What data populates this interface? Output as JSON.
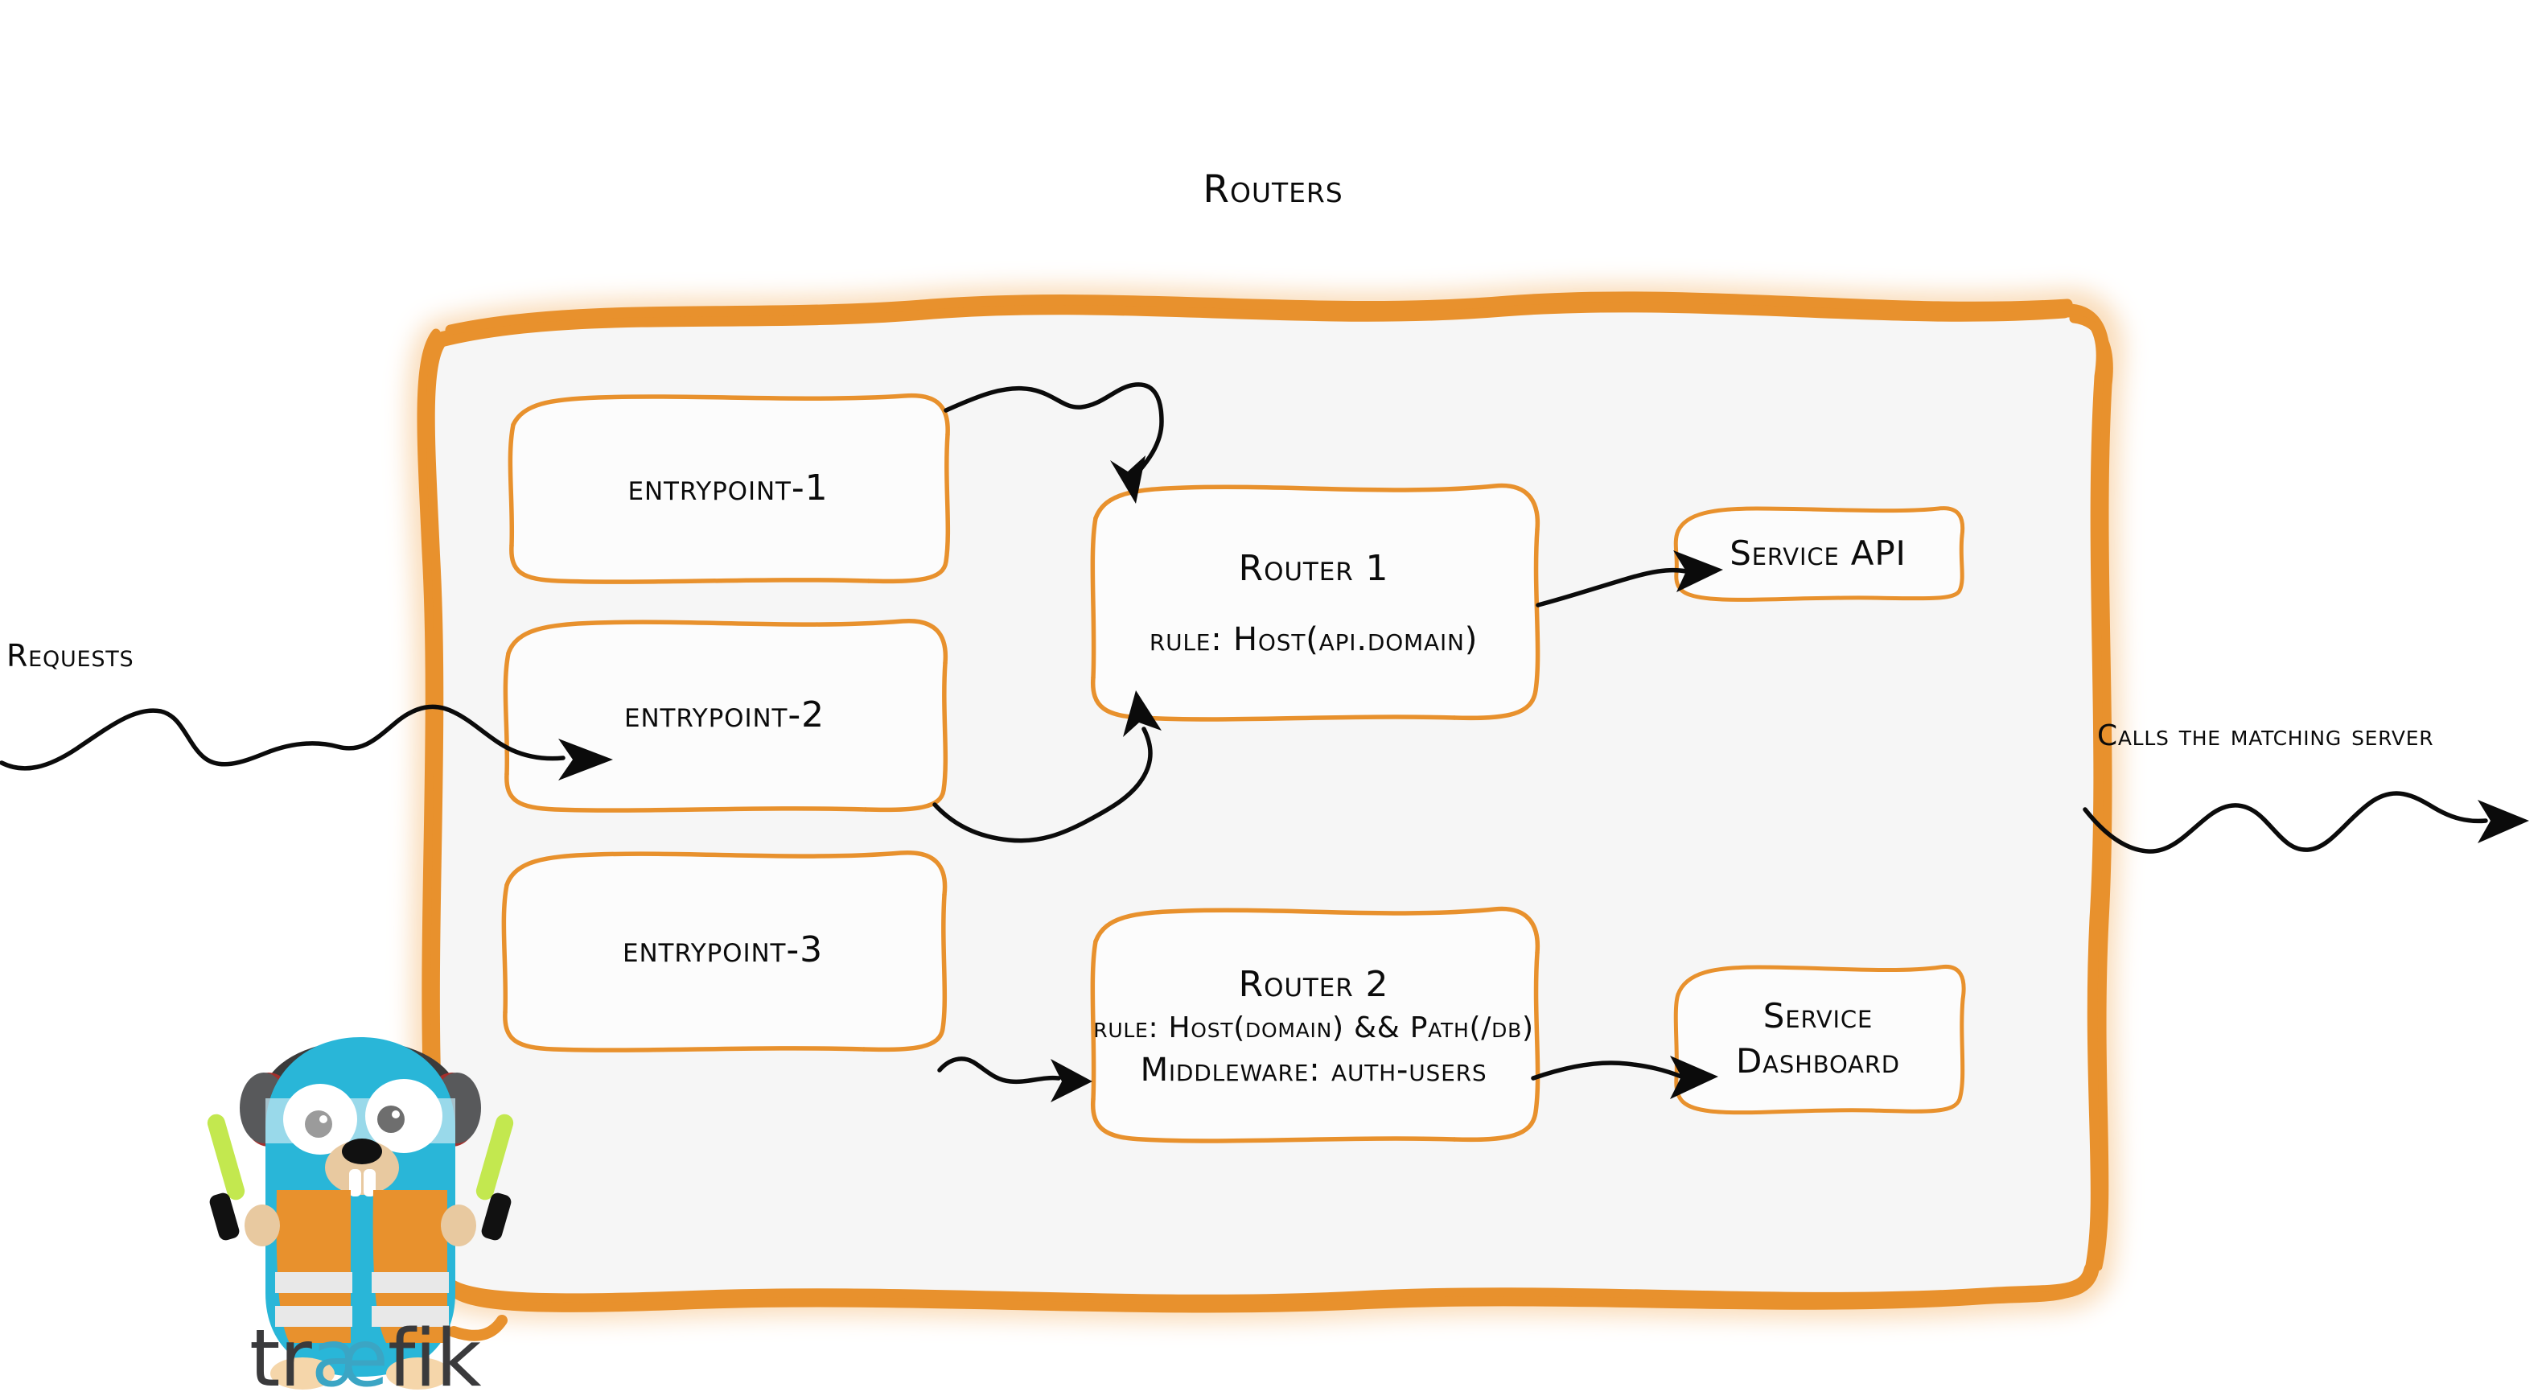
{
  "title": "Routers",
  "colors": {
    "orange": "#E8912D",
    "orange_light": "#F0A03F",
    "ink": "#0B0B0B",
    "panel_fill": "#F7F7F7",
    "node_fill": "#FCFCFC",
    "gopher_blue": "#29B6D8",
    "vest_orange": "#E8912D",
    "wand_green": "#C3E84F",
    "logo_dark": "#3A3A3C",
    "logo_cyan": "#3BA5C4"
  },
  "entrypoints": [
    {
      "label": "entrypoint-1"
    },
    {
      "label": "entrypoint-2"
    },
    {
      "label": "entrypoint-3"
    }
  ],
  "routers": [
    {
      "name": "Router 1",
      "lines": [
        {
          "text": "rule: Host(api.domain)",
          "size": "lg"
        }
      ]
    },
    {
      "name": "Router 2",
      "lines": [
        {
          "text": "rule: Host(domain) && Path(/db)",
          "size": "sm"
        },
        {
          "text": "Middleware: auth-users",
          "size": "lg"
        }
      ]
    }
  ],
  "services": [
    {
      "line1": "Service API",
      "line2": ""
    },
    {
      "line1": "Service",
      "line2": "Dashboard"
    }
  ],
  "captions": {
    "incoming": "Requests",
    "outgoing": "Calls the matching server"
  },
  "logo": {
    "part1": "tr",
    "ligature": "æ",
    "part2": "fik"
  },
  "flows": [
    {
      "from": "entrypoint-1",
      "to": "Router 1"
    },
    {
      "from": "entrypoint-2",
      "to": "Router 1"
    },
    {
      "from": "entrypoint-3",
      "to": "Router 2"
    },
    {
      "from": "Router 1",
      "to": "Service API"
    },
    {
      "from": "Router 2",
      "to": "Service Dashboard"
    },
    {
      "from": "Requests",
      "to": "routers-container"
    },
    {
      "from": "routers-container",
      "to": "Calls the matching server"
    }
  ]
}
